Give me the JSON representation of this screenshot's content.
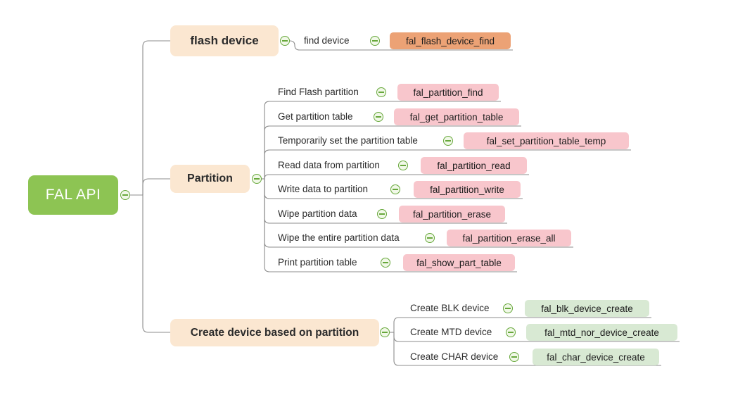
{
  "root": {
    "label": "FAL API"
  },
  "branches": [
    {
      "label": "flash device",
      "children": [
        {
          "label": "find device",
          "func": "fal_flash_device_find"
        }
      ]
    },
    {
      "label": "Partition",
      "children": [
        {
          "label": "Find Flash partition",
          "func": "fal_partition_find"
        },
        {
          "label": "Get partition table",
          "func": "fal_get_partition_table"
        },
        {
          "label": "Temporarily set the partition table",
          "func": "fal_set_partition_table_temp"
        },
        {
          "label": "Read data from partition",
          "func": "fal_partition_read"
        },
        {
          "label": "Write data to partition",
          "func": "fal_partition_write"
        },
        {
          "label": "Wipe partition data",
          "func": "fal_partition_erase"
        },
        {
          "label": "Wipe the entire partition data",
          "func": "fal_partition_erase_all"
        },
        {
          "label": "Print partition table",
          "func": "fal_show_part_table"
        }
      ]
    },
    {
      "label": "Create device based on partition",
      "children": [
        {
          "label": "Create BLK device",
          "func": "fal_blk_device_create"
        },
        {
          "label": "Create MTD device",
          "func": "fal_mtd_nor_device_create"
        },
        {
          "label": "Create CHAR device",
          "func": "fal_char_device_create"
        }
      ]
    }
  ],
  "icons": {
    "collapse": "minus-circle"
  },
  "colors": {
    "root_bg": "#8dc453",
    "root_text": "#ffffff",
    "topic_bg": "#fbe7d1",
    "func_pink": "#f8c6cc",
    "func_orange": "#eca275",
    "func_green": "#d8e9d3",
    "icon_green": "#67a83b",
    "line_gray": "#8c8c8c",
    "text_dark": "#2b2b2b"
  }
}
